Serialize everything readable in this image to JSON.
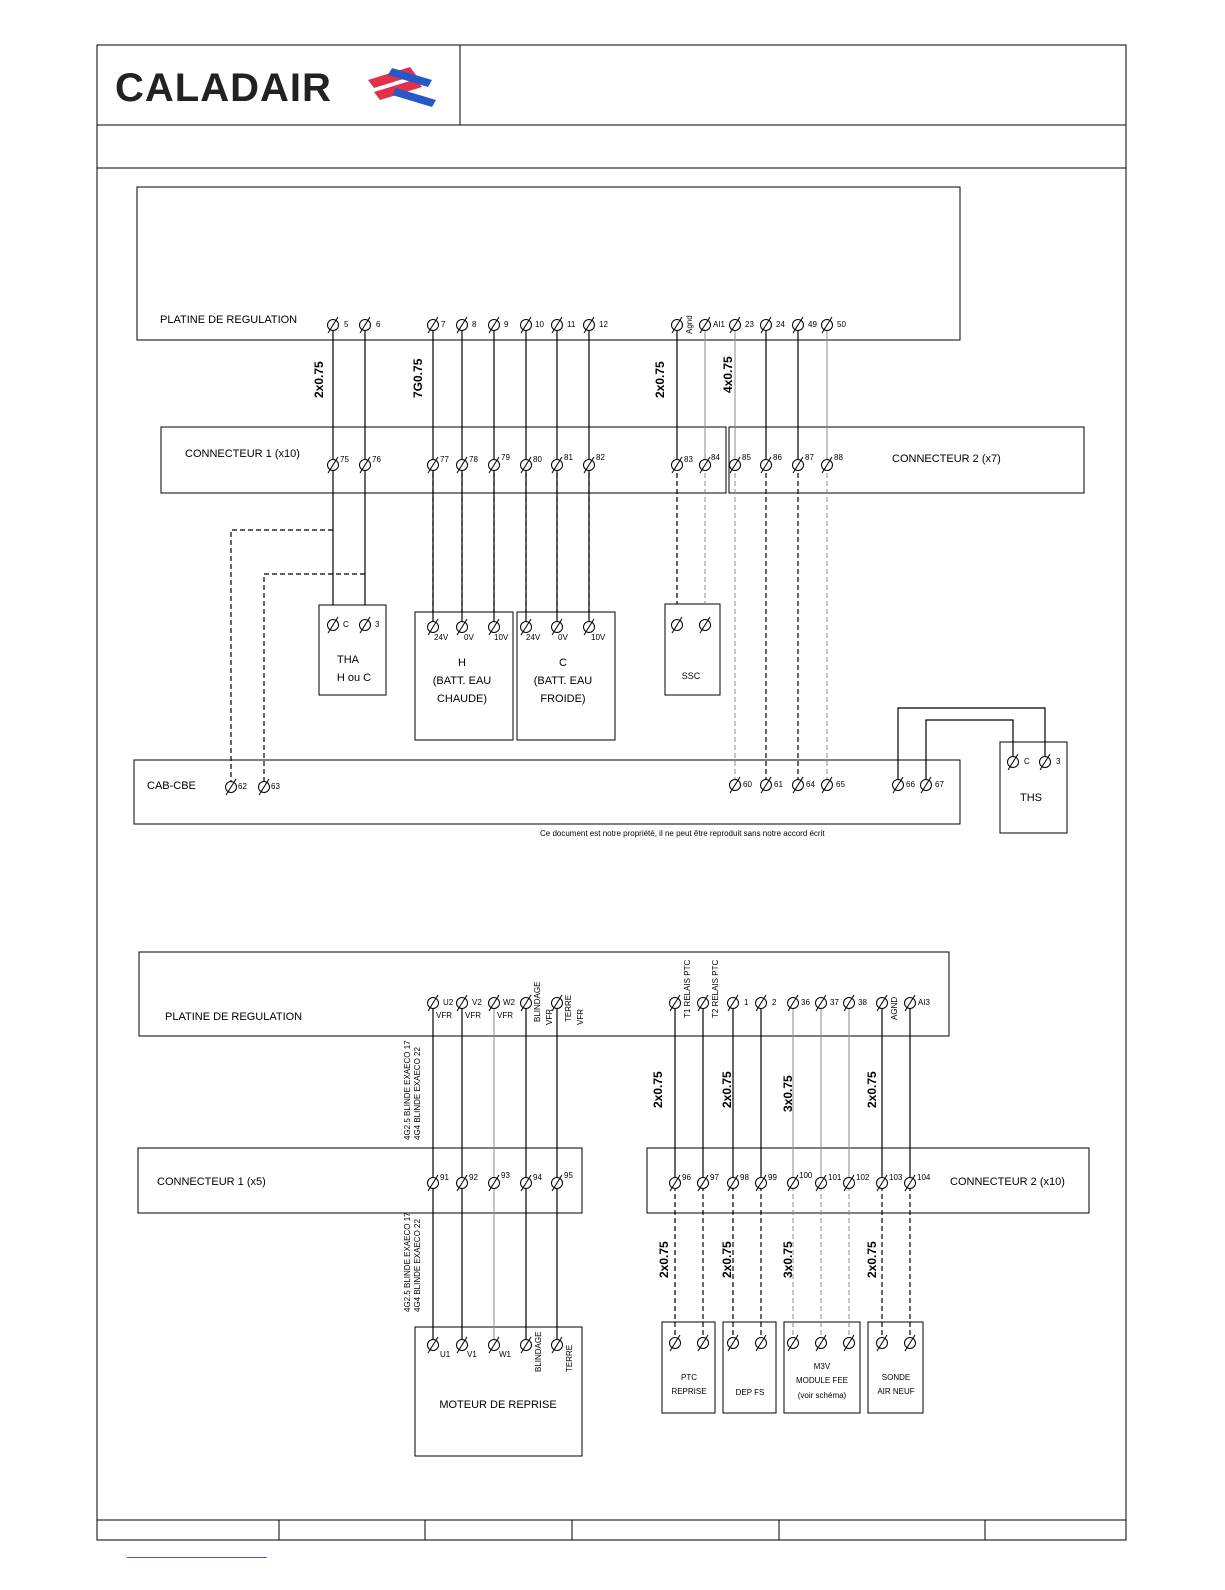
{
  "brand": {
    "name": "CALADAIR",
    "accent_red": "#e4314a",
    "accent_blue": "#2857c8"
  },
  "diagram1": {
    "platine": {
      "label": "PLATINE DE REGULATION",
      "terminals": [
        "5",
        "6",
        "7",
        "8",
        "9",
        "10",
        "11",
        "12",
        "Agnd",
        "AI1",
        "23",
        "24",
        "49",
        "50"
      ]
    },
    "cables": [
      "2x0.75",
      "7G0.75",
      "2x0.75",
      "4x0.75"
    ],
    "connecteur1": {
      "label": "CONNECTEUR 1 (x10)",
      "terminals": [
        "75",
        "76",
        "77",
        "78",
        "79",
        "80",
        "81",
        "82",
        "83",
        "84"
      ]
    },
    "connecteur2": {
      "label": "CONNECTEUR 2 (x7)",
      "terminals": [
        "85",
        "86",
        "87",
        "88"
      ]
    },
    "tha": {
      "terminals": [
        "C",
        "3"
      ],
      "name": "THA",
      "sub": "H ou C"
    },
    "batt_h": {
      "terminals": [
        "24V",
        "0V",
        "10V"
      ],
      "name": "H",
      "line1": "(BATT. EAU",
      "line2": "CHAUDE)"
    },
    "batt_c": {
      "terminals": [
        "24V",
        "0V",
        "10V"
      ],
      "name": "C",
      "line1": "(BATT. EAU",
      "line2": "FROIDE)"
    },
    "ssc": {
      "name": "SSC"
    },
    "cab": {
      "label": "CAB-CBE",
      "terminals": [
        "62",
        "63",
        "60",
        "61",
        "64",
        "65",
        "66",
        "67"
      ]
    },
    "ths": {
      "terminals": [
        "C",
        "3"
      ],
      "name": "THS"
    },
    "notice": "Ce document est notre propriété, il ne peut être reproduit sans notre accord écrit"
  },
  "diagram2": {
    "platine": {
      "label": "PLATINE DE REGULATION",
      "terminals": [
        "U2",
        "V2",
        "W2",
        "",
        "",
        "",
        "",
        "1",
        "2",
        "36",
        "37",
        "38",
        "",
        ""
      ],
      "vfr": [
        "VFR",
        "VFR",
        "VFR",
        "VFR",
        "VFR"
      ],
      "rotated": [
        "BLINDAGE",
        "TERRE",
        "T1 RELAIS PTC",
        "T2 RELAIS PTC",
        "AGND",
        "AI3"
      ]
    },
    "cable_motor_top": [
      "4G2.5 BLINDE EXAECO 17",
      "4G4 BLINDE EXAECO 22"
    ],
    "cable_motor_bottom": [
      "4G2.5 BLINDE EXAECO 17",
      "4G4 BLINDE EXAECO 22"
    ],
    "cables_top": [
      "2x0.75",
      "2x0.75",
      "3x0.75",
      "2x0.75"
    ],
    "cables_bottom": [
      "2x0.75",
      "2x0.75",
      "3x0.75",
      "2x0.75"
    ],
    "connecteur1": {
      "label": "CONNECTEUR 1 (x5)",
      "terminals": [
        "91",
        "92",
        "93",
        "94",
        "95"
      ]
    },
    "connecteur2": {
      "label": "CONNECTEUR 2 (x10)",
      "terminals": [
        "96",
        "97",
        "98",
        "99",
        "100",
        "101",
        "102",
        "103",
        "104"
      ]
    },
    "moteur": {
      "name": "MOTEUR DE REPRISE",
      "terminals": [
        "U1",
        "V1",
        "W1",
        "BLINDAGE",
        "TERRE"
      ]
    },
    "ptc": {
      "line1": "PTC",
      "line2": "REPRISE"
    },
    "dep": {
      "name": "DEP FS"
    },
    "m3v": {
      "line1": "M3V",
      "line2": "MODULE FEE",
      "line3": "(voir schéma)"
    },
    "sonde": {
      "line1": "SONDE",
      "line2": "AIR NEUF"
    }
  }
}
